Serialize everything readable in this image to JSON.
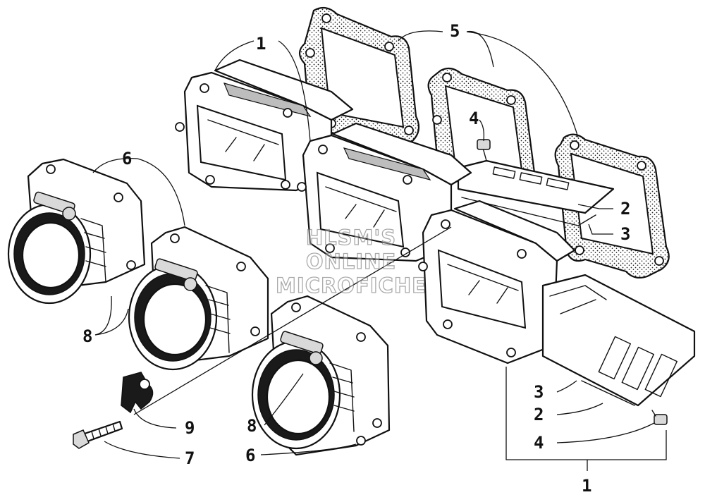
{
  "callouts": {
    "c1_top": "1",
    "c5": "5",
    "c6_top": "6",
    "c4_top": "4",
    "c2_right": "2",
    "c3_right": "3",
    "c8_left": "8",
    "c9": "9",
    "c8_mid": "8",
    "c7": "7",
    "c6_bottom": "6",
    "c3_bottom": "3",
    "c2_bottom": "2",
    "c4_bottom": "4",
    "c1_bottom": "1"
  },
  "watermark": {
    "line1": "HLSM'S",
    "line2": "ONLINE",
    "line3": "MICROFICHE"
  }
}
